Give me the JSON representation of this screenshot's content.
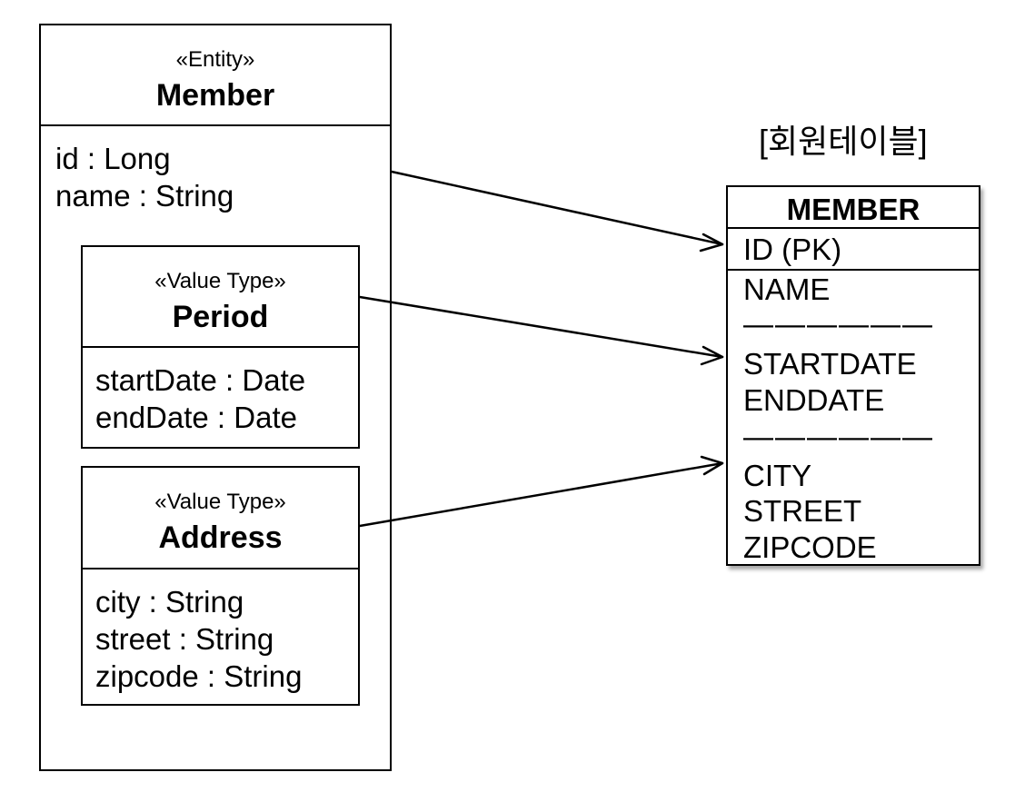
{
  "entity": {
    "stereotype": "«Entity»",
    "name": "Member",
    "attributes": [
      "id : Long",
      "name : String"
    ]
  },
  "period": {
    "stereotype": "«Value Type»",
    "name": "Period",
    "attributes": [
      "startDate : Date",
      "endDate : Date"
    ]
  },
  "address": {
    "stereotype": "«Value Type»",
    "name": "Address",
    "attributes": [
      "city : String",
      "street : String",
      "zipcode : String"
    ]
  },
  "table": {
    "caption": "[회원테이블]",
    "name": "MEMBER",
    "pk": "ID (PK)",
    "columns": [
      "NAME",
      "——————",
      "STARTDATE",
      "ENDDATE",
      "——————",
      "CITY",
      "STREET",
      "ZIPCODE"
    ]
  }
}
